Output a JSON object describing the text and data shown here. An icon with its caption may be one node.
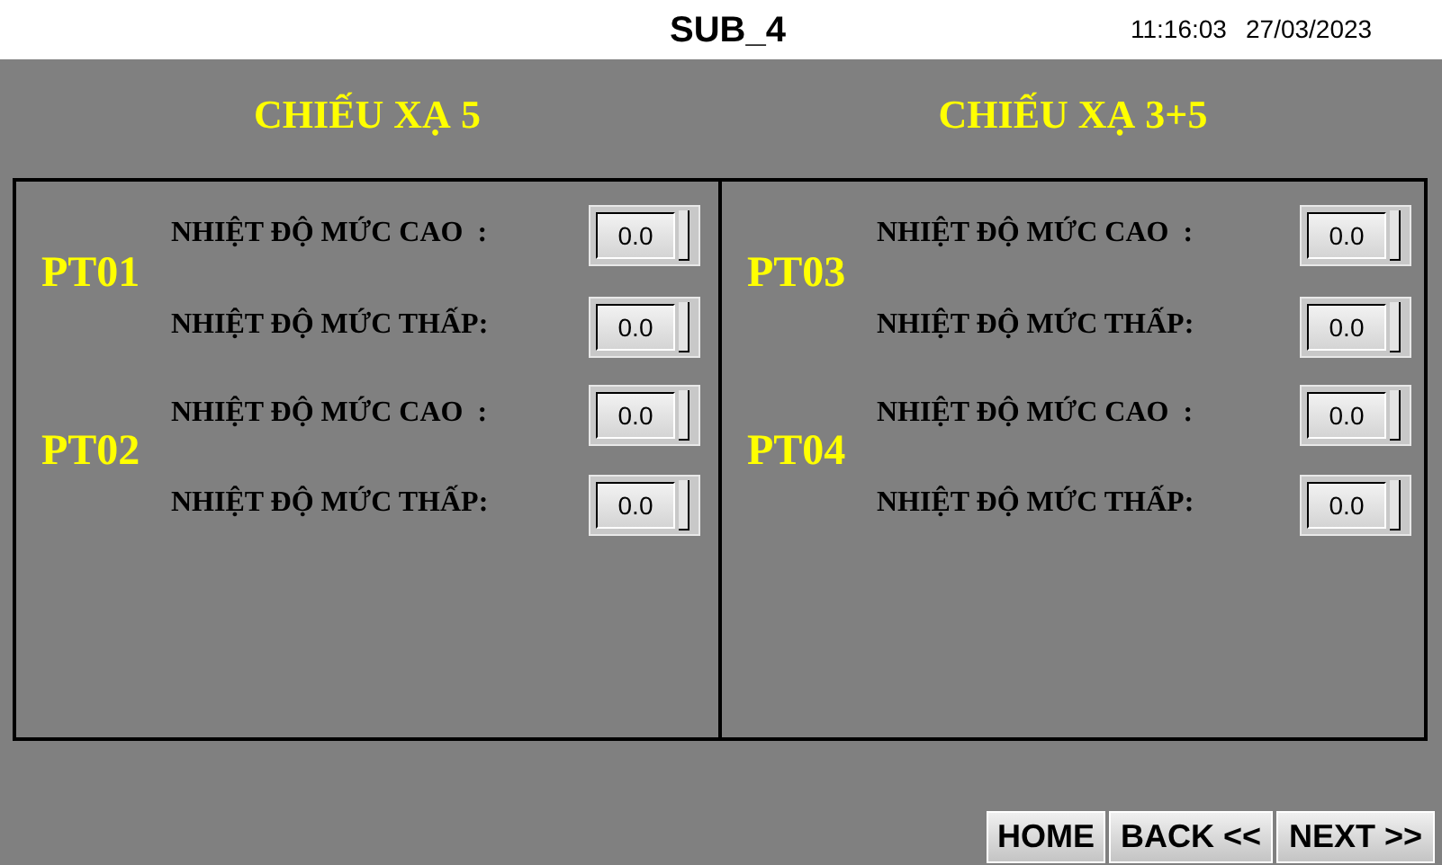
{
  "diagram": {
    "title": "SUB_4",
    "nodes": [
      {
        "text": [
          "CHIẾU XẠ 5"
        ]
      },
      {
        "text": [
          "CHIẾU XẠ 3+5"
        ]
      },
      {
        "text": [
          "0.0"
        ],
        "in": 0,
        "beside": [
          "NHIỆT ĐỘ MỨC CAO  :"
        ]
      },
      {
        "text": [
          "0.0"
        ],
        "in": 0,
        "beside": [
          "NHIỆT ĐỘ MỨC THẤP:"
        ]
      },
      {
        "text": [
          "0.0"
        ],
        "in": 0,
        "beside": [
          "NHIỆT ĐỘ MỨC CAO  :"
        ]
      },
      {
        "text": [
          "0.0"
        ],
        "in": 0,
        "beside": [
          "NHIỆT ĐỘ MỨC THẤP:"
        ]
      },
      {
        "text": [
          "0.0"
        ],
        "in": 1,
        "beside": [
          "NHIỆT ĐỘ MỨC CAO  :"
        ]
      },
      {
        "text": [
          "0.0"
        ],
        "in": 1,
        "beside": [
          "NHIỆT ĐỘ MỨC THẤP:"
        ]
      },
      {
        "text": [
          "0.0"
        ],
        "in": 1,
        "beside": [
          "NHIỆT ĐỘ MỨC CAO  :"
        ]
      },
      {
        "text": [
          "0.0"
        ],
        "in": 1,
        "beside": [
          "NHIỆT ĐỘ MỨC THẤP:"
        ]
      },
      {
        "text": [
          "HOME"
        ]
      },
      {
        "text": [
          "BACK <<"
        ]
      },
      {
        "text": [
          "NEXT >>"
        ]
      }
    ],
    "edges": [],
    "labels": [
      "11:16:03",
      "27/03/2023",
      "PT01",
      "PT02",
      "PT03",
      "PT04"
    ]
  }
}
